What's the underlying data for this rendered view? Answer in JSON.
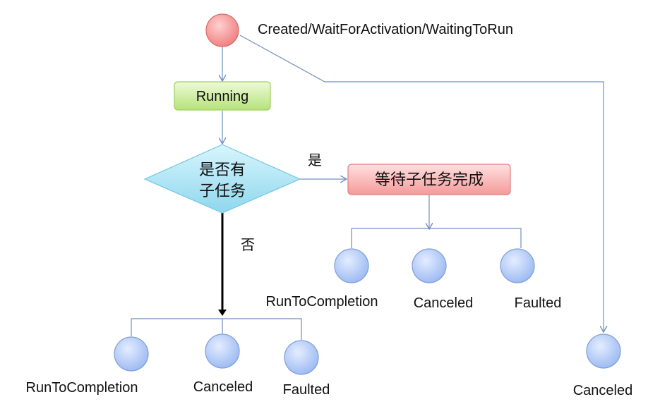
{
  "nodes": {
    "start_label": "Created/WaitForActivation/WaitingToRun",
    "running": "Running",
    "decision_line1": "是否有",
    "decision_line2": "子任务",
    "yes_label": "是",
    "no_label": "否",
    "wait_children": "等待子任务完成",
    "child_run_to_completion": "RunToCompletion",
    "child_canceled": "Canceled",
    "child_faulted": "Faulted",
    "direct_run_to_completion": "RunToCompletion",
    "direct_canceled": "Canceled",
    "direct_faulted": "Faulted",
    "early_canceled": "Canceled"
  },
  "colors": {
    "edge": "#6f8fbf",
    "start_state": "#f07c7c",
    "running_box": "#b6e27a",
    "decision": "#9fe0f2",
    "wait_box": "#f59a9a",
    "end_state": "#a9c4f5"
  }
}
